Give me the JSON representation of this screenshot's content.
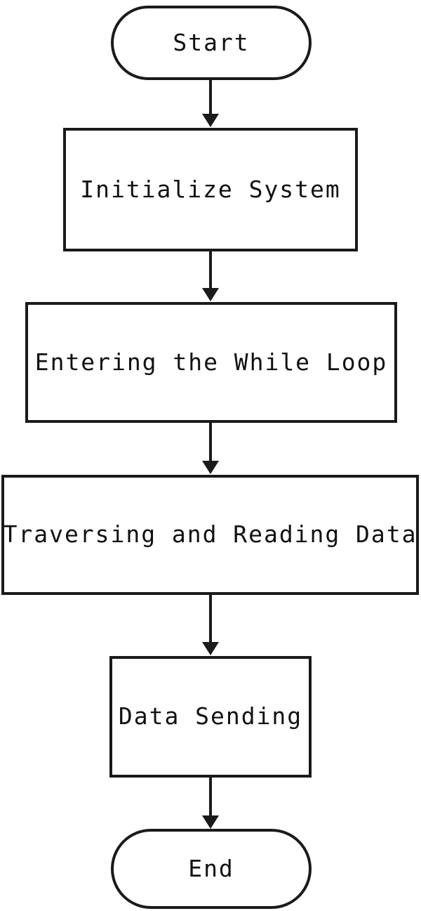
{
  "diagram": {
    "type": "flowchart",
    "orientation": "top-to-bottom",
    "background_color": "#ffffff",
    "line_color": "#1a1a1a",
    "text_color": "#111111",
    "nodes": [
      {
        "id": "start",
        "label": "Start",
        "shape": "terminator"
      },
      {
        "id": "init",
        "label": "Initialize System",
        "shape": "process"
      },
      {
        "id": "while",
        "label": "Entering the While Loop",
        "shape": "process"
      },
      {
        "id": "traverse",
        "label": "Traversing and Reading Data",
        "shape": "process"
      },
      {
        "id": "send",
        "label": "Data Sending",
        "shape": "process"
      },
      {
        "id": "end",
        "label": "End",
        "shape": "terminator"
      }
    ],
    "edges": [
      {
        "id": "edge-1",
        "from": "start",
        "to": "init",
        "label": "",
        "arrow": "down"
      },
      {
        "id": "edge-2",
        "from": "init",
        "to": "while",
        "label": "",
        "arrow": "down"
      },
      {
        "id": "edge-3",
        "from": "while",
        "to": "traverse",
        "label": "",
        "arrow": "down"
      },
      {
        "id": "edge-4",
        "from": "traverse",
        "to": "send",
        "label": "",
        "arrow": "down"
      },
      {
        "id": "edge-5",
        "from": "send",
        "to": "end",
        "label": "",
        "arrow": "down"
      }
    ]
  }
}
